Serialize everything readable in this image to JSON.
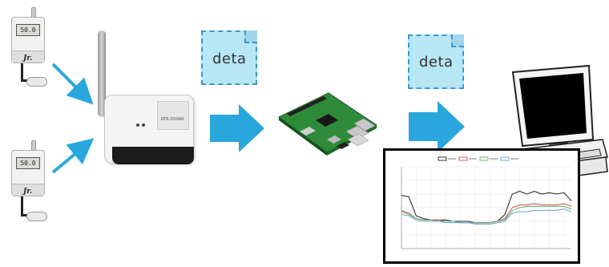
{
  "cards": [
    {
      "label": "deta"
    },
    {
      "label": "deta"
    }
  ],
  "loggers": [
    {
      "display": "50.0"
    },
    {
      "display": "50.0"
    }
  ],
  "logger_brand": "Jr.",
  "router": {
    "model": "RTR-500AW"
  },
  "colors": {
    "arrow": "#29a7dc",
    "card_fill": "#b7e6f5",
    "card_border": "#3a99c9",
    "pi_board": "#2e8b3a"
  },
  "chart_data": {
    "type": "line",
    "title": "",
    "xlabel": "",
    "ylabel": "",
    "ylim": [
      0,
      60
    ],
    "x": [
      0,
      1,
      2,
      3,
      4,
      5,
      6,
      7,
      8,
      9,
      10,
      11,
      12,
      13,
      14,
      15,
      16,
      17,
      18,
      19,
      20,
      21,
      22,
      23
    ],
    "series": [
      {
        "color": "#333333",
        "values": [
          39,
          38,
          24,
          22,
          21,
          21,
          21,
          20,
          20,
          20,
          19,
          19,
          19,
          20,
          25,
          40,
          42,
          40,
          42,
          40,
          41,
          40,
          41,
          35
        ]
      },
      {
        "color": "#d06060",
        "values": [
          28,
          26,
          22,
          21,
          21,
          21,
          20,
          20,
          19,
          19,
          19,
          19,
          19,
          20,
          22,
          30,
          32,
          32,
          33,
          32,
          32,
          32,
          33,
          31
        ]
      },
      {
        "color": "#70b070",
        "values": [
          27,
          25,
          22,
          21,
          21,
          20,
          20,
          20,
          19,
          19,
          19,
          19,
          19,
          20,
          21,
          28,
          30,
          31,
          31,
          31,
          31,
          31,
          31,
          29
        ]
      },
      {
        "color": "#70a8d8",
        "values": [
          25,
          24,
          21,
          20,
          20,
          20,
          19,
          19,
          19,
          19,
          18,
          18,
          18,
          19,
          20,
          26,
          27,
          27,
          28,
          28,
          28,
          28,
          29,
          27
        ]
      }
    ]
  }
}
